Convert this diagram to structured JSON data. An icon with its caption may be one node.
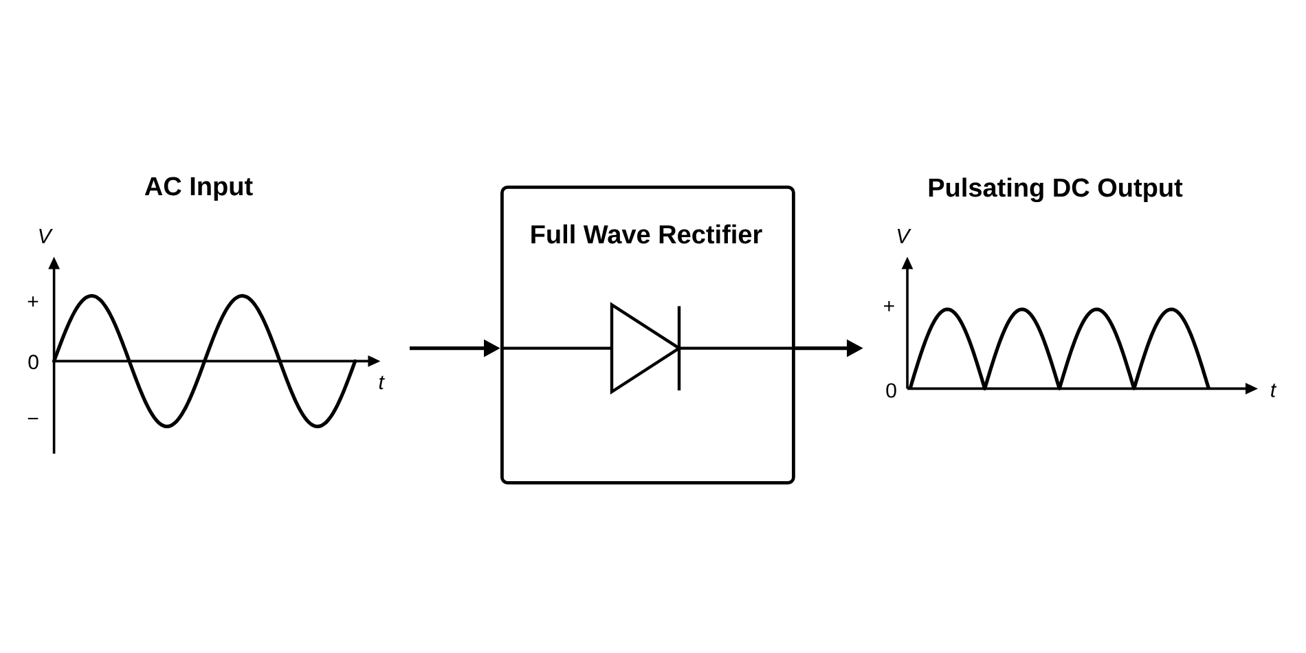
{
  "diagram": {
    "nodes": [
      {
        "text": [
          "AC Input"
        ]
      },
      {
        "text": [
          "Full Wave Rectifier"
        ]
      },
      {
        "text": [
          "Pulsating DC Output"
        ]
      }
    ],
    "edges": [
      {
        "from": 0,
        "to": 1,
        "arrow": "to"
      },
      {
        "from": 1,
        "to": 2,
        "arrow": "to"
      }
    ],
    "labels": [
      "V",
      "+",
      "0",
      "t",
      "−",
      "V",
      "+",
      "0",
      "t"
    ]
  }
}
